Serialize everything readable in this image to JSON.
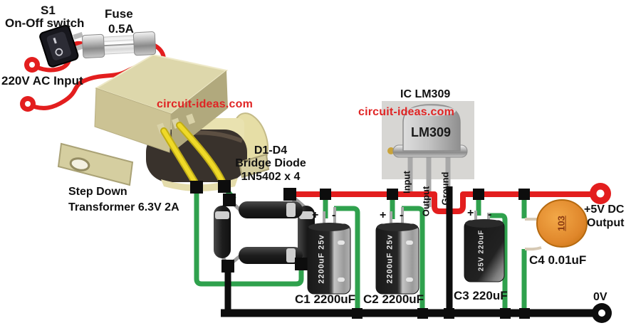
{
  "labels": {
    "s1": "S1",
    "s1_desc": "On-Off switch",
    "fuse": "Fuse",
    "fuse_rating": "0.5A",
    "ac_input": "220V AC Input",
    "transformer_line1": "Step Down",
    "transformer_line2": "Transformer 6.3V 2A",
    "bridge_line1": "D1-D4",
    "bridge_line2": "Bridge Diode",
    "bridge_line3": "1N5402 x 4",
    "ic_title": "IC LM309",
    "ic_marking": "LM309",
    "pin_input": "Input",
    "pin_output": "Output",
    "pin_ground": "Ground",
    "plus": "+",
    "minus": "-",
    "c1": "C1 2200uF",
    "c2": "C2 2200uF",
    "c3": "C3 220uF",
    "c4": "C4 0.01uF",
    "big_cap_marking": "2200uF 25v",
    "small_cap_marking": "25V 220uF",
    "disc_cap_marking": "103",
    "dc_output_line1": "+5V DC",
    "dc_output_line2": "Output",
    "zero_volt": "0V",
    "watermark": "circuit-ideas.com"
  },
  "colors": {
    "wire_red": "#e31e1e",
    "wire_green": "#2fa14d",
    "wire_yellow": "#efd928",
    "wire_black": "#0d0d0d",
    "watermark_red": "#e02424",
    "transformer_beige": "#d9d3a6",
    "disc_cap_orange": "#e0872b",
    "label_black": "#111111"
  }
}
